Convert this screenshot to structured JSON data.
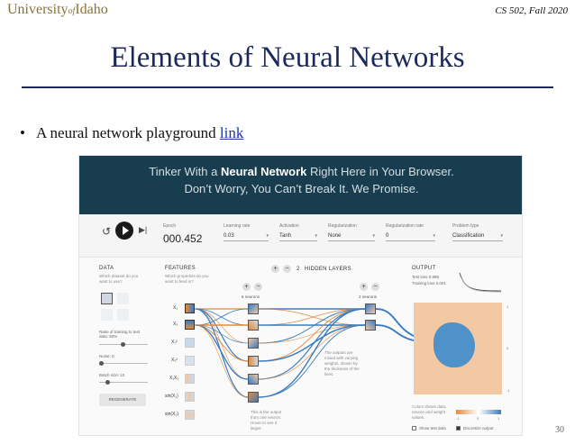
{
  "slide": {
    "logo_part1": "University",
    "logo_of": "of",
    "logo_part2": "Idaho",
    "course": "CS 502, Fall 2020",
    "title": "Elements of Neural Networks",
    "bullet_text": "A neural network playground",
    "bullet_link": "link",
    "page_number": "30"
  },
  "playground": {
    "banner_line1_pre": "Tinker With a",
    "banner_line1_bold": "Neural Network",
    "banner_line1_post": "Right Here in Your Browser.",
    "banner_line2": "Don’t Worry, You Can’t Break It. We Promise.",
    "controls": {
      "reset_icon": "reset-icon",
      "play_icon": "play-icon",
      "step_icon": "step-forward-icon",
      "epoch_label": "Epoch",
      "epoch_value": "000.452",
      "learning_rate_label": "Learning rate",
      "learning_rate_value": "0.03",
      "activation_label": "Activation",
      "activation_value": "Tanh",
      "regularization_label": "Regularization",
      "regularization_value": "None",
      "regularization_rate_label": "Regularization rate",
      "regularization_rate_value": "0",
      "problem_type_label": "Problem type",
      "problem_type_value": "Classification"
    },
    "data_panel": {
      "heading": "DATA",
      "subtext": "Which dataset do you want to use?",
      "ratio_label": "Ratio of training to test data:",
      "ratio_value": "50%",
      "noise_label": "Noise:",
      "noise_value": "0",
      "batch_label": "Batch size:",
      "batch_value": "10",
      "regenerate_label": "REGENERATE"
    },
    "features_panel": {
      "heading": "FEATURES",
      "subtext": "Which properties do you want to feed in?",
      "labels": [
        "X₁",
        "X₂",
        "X₁²",
        "X₂²",
        "X₁X₂",
        "sin(X₁)",
        "sin(X₂)"
      ]
    },
    "hidden": {
      "count": "2",
      "title": "HIDDEN LAYERS",
      "layer1_label": "6 neurons",
      "layer2_label": "2 neurons",
      "annotation_weights": "The outputs are mixed with varying weights, shown by the thickness of the lines.",
      "annotation_neuron": "This is the output from one neuron. Hover to see it larger."
    },
    "output_panel": {
      "heading": "OUTPUT",
      "test_loss": "Test loss 0.886",
      "training_loss": "Training loss 0.001",
      "legend_text": "Colors shows data, neuron and weight values.",
      "show_test_data": "Show test data",
      "discretize_output": "Discretize output",
      "ticks": [
        "-1",
        "0",
        "1"
      ]
    },
    "colors": {
      "banner": "#183d4e",
      "positive": "#3a7cc2",
      "negative": "#e58b3b"
    }
  }
}
